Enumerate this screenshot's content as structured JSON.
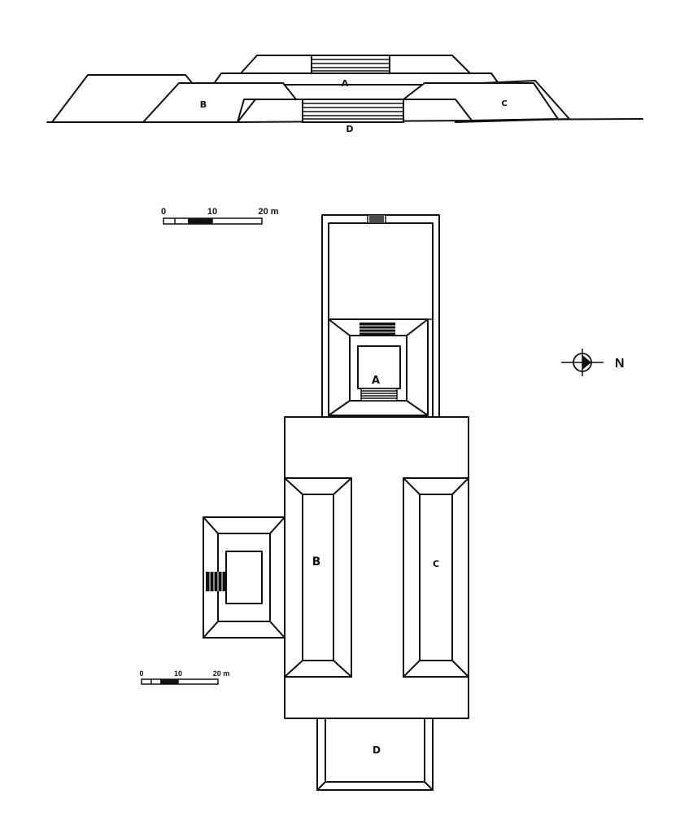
{
  "elevation": {
    "labels": {
      "a": "A",
      "b": "B",
      "c": "C",
      "d": "D"
    }
  },
  "plan": {
    "labels": {
      "a": "A",
      "b": "B",
      "c": "C",
      "d": "D"
    }
  },
  "scale_bar_top": {
    "ticks": [
      "0",
      "10",
      "20 m"
    ]
  },
  "scale_bar_bottom": {
    "ticks": [
      "0",
      "10",
      "20 m"
    ]
  },
  "north_arrow": {
    "label": "N",
    "icon": "north-arrow-icon"
  },
  "colors": {
    "ink": "#111111",
    "paper": "#ffffff"
  }
}
